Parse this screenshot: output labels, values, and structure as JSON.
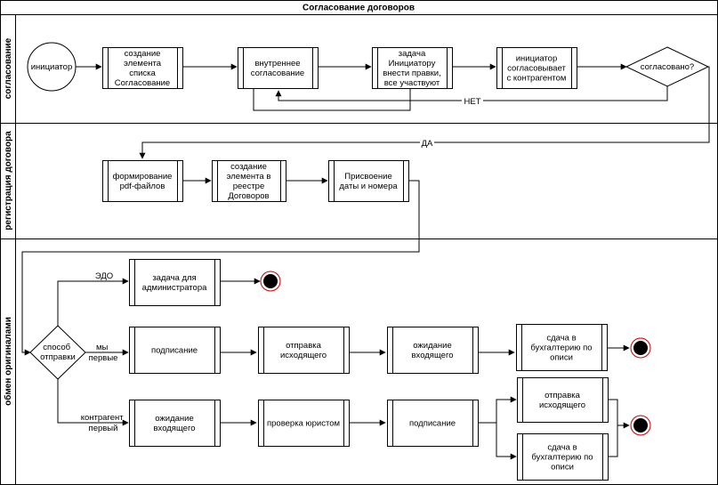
{
  "title": "Согласование договоров",
  "lanes": {
    "soglasovanie": "согласование",
    "registration": "регистрация договора",
    "originals": "обмен оригиналами"
  },
  "nodes": {
    "initiator": "инициатор",
    "create_item": [
      "создание",
      "элемента",
      "списка",
      "Согласование"
    ],
    "internal": [
      "внутреннее",
      "согласование"
    ],
    "task_fix": [
      "задача",
      "Инициатору",
      "внести правки,",
      "все участвуют"
    ],
    "initiator_agrees": [
      "инициатор",
      "согласовывает",
      "с контрагентом"
    ],
    "agreed_q": "согласовано?",
    "pdf": [
      "формирование",
      "pdf-файлов"
    ],
    "create_registry": [
      "создание",
      "элемента в",
      "реестре",
      "Договоров"
    ],
    "assign": [
      "Присвоение",
      "даты и номера"
    ],
    "method_q": [
      "способ",
      "отправки"
    ],
    "admin_task": [
      "задача для",
      "администратора"
    ],
    "signing1": "подписание",
    "send_out1": [
      "отправка",
      "исходящего"
    ],
    "wait_in1": [
      "ожидание",
      "входящего"
    ],
    "accounting1": [
      "сдача в",
      "бухгалтерию по",
      "описи"
    ],
    "wait_in2": [
      "ожидание",
      "входящего"
    ],
    "lawyer_check": "проверка юристом",
    "signing2": "подписание",
    "send_out2": [
      "отправка",
      "исходящего"
    ],
    "accounting2": [
      "сдача в",
      "бухгалтерию по",
      "описи"
    ]
  },
  "edge_labels": {
    "no": "НЕТ",
    "yes": "ДА",
    "edo": "ЭДО",
    "we_first": [
      "мы",
      "первые"
    ],
    "counterparty_first": [
      "контрагент",
      "первый"
    ]
  }
}
